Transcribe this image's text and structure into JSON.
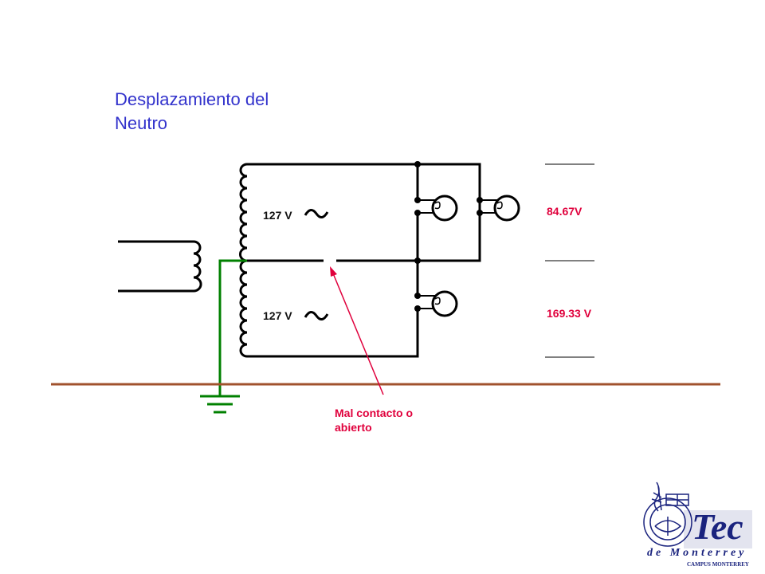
{
  "title": {
    "line1": "Desplazamiento del",
    "line2": "Neutro"
  },
  "labels": {
    "upper_voltage": "127 V",
    "lower_voltage": "127 V",
    "reading_top": "84.67V",
    "reading_bottom": "169.33 V",
    "annotation_line1": "Mal contacto o",
    "annotation_line2": "abierto"
  },
  "logo": {
    "brand": "Tec",
    "subtitle": "de Monterrey",
    "campus": "CAMPUS MONTERREY"
  },
  "colors": {
    "title": "#3333cc",
    "wire": "#000000",
    "ground": "#008000",
    "earth_line": "#a0522d",
    "annotation": "#e0003c",
    "logo": "#1a237e"
  }
}
